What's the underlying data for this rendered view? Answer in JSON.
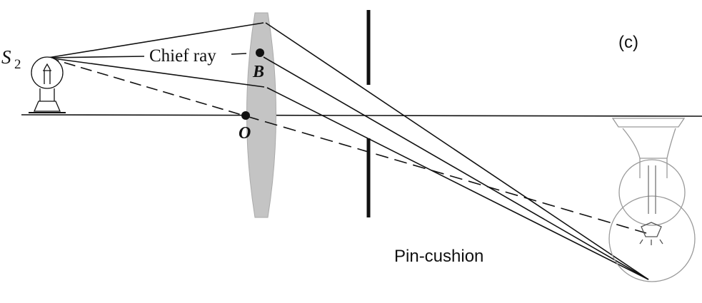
{
  "labels": {
    "source": "S",
    "source_subscript": "2",
    "chief_ray": "Chief ray",
    "point_b": "B",
    "point_o": "O",
    "panel": "(c)",
    "distortion": "Pin-cushion"
  },
  "colors": {
    "ink": "#111111",
    "lens": "#c4c4c4",
    "image_ghost": "#9a9a9a"
  },
  "icons": {
    "source": "light-bulb-icon",
    "image": "inverted-light-bulb-icon"
  }
}
